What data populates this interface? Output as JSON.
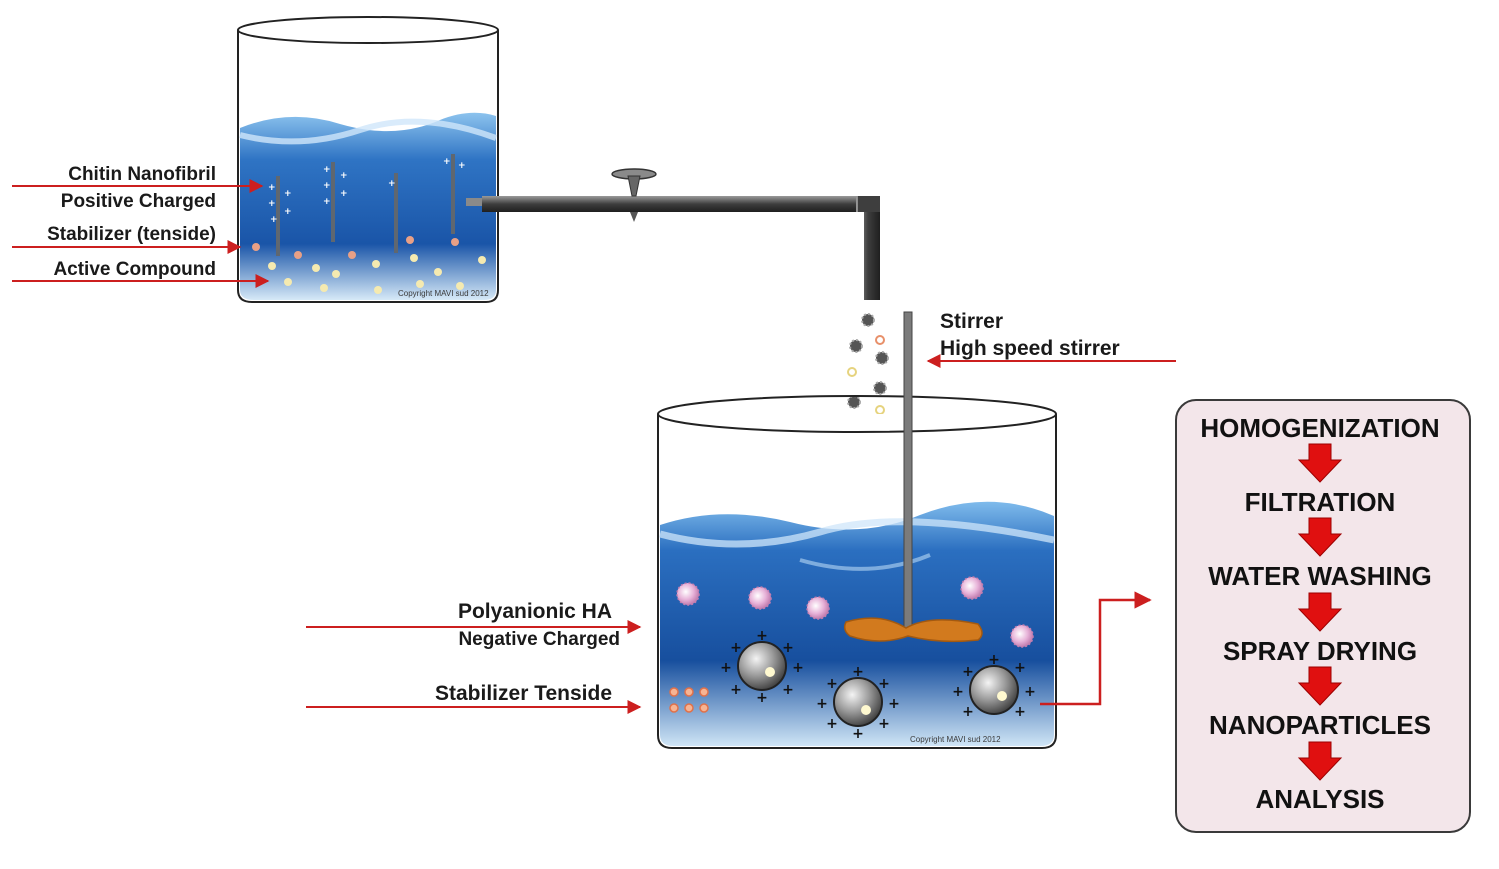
{
  "left_beaker": {
    "labels": [
      "Chitin Nanofibril",
      "Positive Charged",
      "Stabilizer (tenside)",
      "Active Compound"
    ],
    "copyright": "Copyright MAVI sud 2012"
  },
  "stirrer": {
    "title": "Stirrer",
    "subtitle": "High speed stirrer"
  },
  "main_beaker": {
    "labels": [
      "Polyanionic HA",
      "Negative Charged",
      "Stabilizer Tenside"
    ],
    "copyright": "Copyright MAVI sud 2012"
  },
  "process_steps": [
    "HOMOGENIZATION",
    "FILTRATION",
    "WATER WASHING",
    "SPRAY DRYING",
    "NANOPARTICLES",
    "ANALYSIS"
  ],
  "colors": {
    "arrow": "#cc1f1f",
    "step_arrow": "#e01010",
    "process_box_bg": "#f3e6ea",
    "water_top": "#5aa0dc",
    "water_bottom": "#0d3f8e",
    "pipe": "#4a4a4a"
  }
}
